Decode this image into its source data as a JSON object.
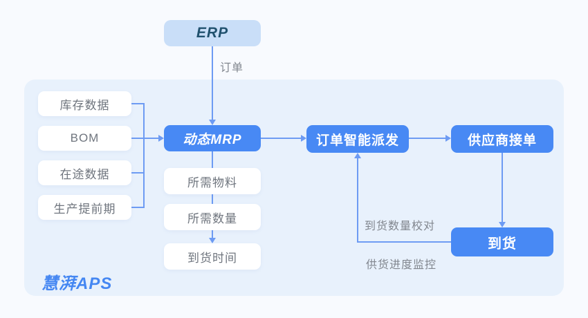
{
  "colors": {
    "bg": "#f8fafe",
    "container": "#e8f1fc",
    "accent": "#4889f4",
    "accent_light": "#c9def8",
    "erp_text": "#21526f",
    "line": "#6d9bf3",
    "box_text": "#6f757e",
    "label_gray": "#81868e",
    "logo_blue": "#4587f2"
  },
  "erp": {
    "label": "ERP"
  },
  "edge_labels": {
    "order": "订单",
    "qty_check": "到货数量校对",
    "progress_monitor": "供货进度监控"
  },
  "inputs": [
    {
      "label": "库存数据"
    },
    {
      "label": "BOM"
    },
    {
      "label": "在途数据"
    },
    {
      "label": "生产提前期"
    }
  ],
  "mrp": {
    "label": "动态MRP"
  },
  "mrp_outputs": [
    {
      "label": "所需物料"
    },
    {
      "label": "所需数量"
    },
    {
      "label": "到货时间"
    }
  ],
  "process": {
    "dispatch": "订单智能派发",
    "supplier": "供应商接单",
    "arrival": "到货"
  },
  "brand": {
    "logo": "慧湃APS"
  }
}
